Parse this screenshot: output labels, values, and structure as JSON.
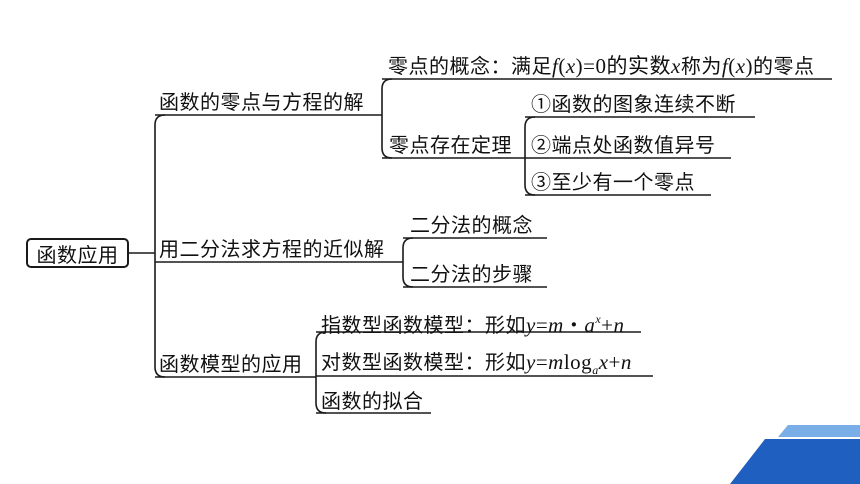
{
  "root": "函数应用",
  "branch1": {
    "label": "函数的零点与方程的解",
    "concept": {
      "pre": "零点的概念：满足",
      "f1": "f",
      "p1": "(",
      "x1": "x",
      "p2": ")=0的实数",
      "x2": "x",
      "mid": "称为",
      "f2": "f",
      "p3": "(",
      "x3": "x",
      "p4": ")",
      "post": "的零点"
    },
    "theorem": "零点存在定理",
    "conditions": [
      "①函数的图象连续不断",
      "②端点处函数值异号",
      "③至少有一个零点"
    ]
  },
  "branch2": {
    "label": "用二分法求方程的近似解",
    "items": [
      "二分法的概念",
      "二分法的步骤"
    ]
  },
  "branch3": {
    "label": "函数模型的应用",
    "exp": {
      "pre": "指数型函数模型：形如",
      "y": "y",
      "eq": "=",
      "m": "m",
      "dot": "・",
      "a": "a",
      "sup": "x",
      "plus": "+",
      "n": "n"
    },
    "log": {
      "pre": "对数型函数模型：形如",
      "y": "y",
      "eq": "=",
      "m": "m",
      "log": "log",
      "sub": "a",
      "x": "x",
      "plus": "+",
      "n": "n"
    },
    "fit": "函数的拟合"
  },
  "colors": {
    "line": "#1a1a1a",
    "deco_dark": "#1f5fbf",
    "deco_light": "#6fa3e0"
  }
}
